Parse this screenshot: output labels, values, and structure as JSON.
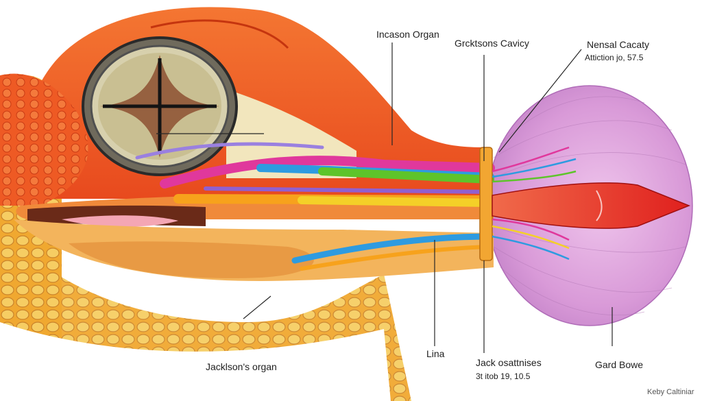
{
  "labels": {
    "incason_organ": "Incason Organ",
    "grcktsons_cavity": "Grcktsons Cavicy",
    "nensal_cacaty": "Nensal Cacaty",
    "attiction": "Attiction jo, 57.5",
    "jacksons_organ": "Jacklson's organ",
    "lina": "Lina",
    "jack_osattnises": "Jack osattnises",
    "jack_osattnises_sub": "3t itob 19, 10.5",
    "gard_bowe": "Gard Bowe",
    "credit": "Keby Caltiniar"
  },
  "colors": {
    "skin_orange": "#f0642a",
    "skin_red": "#e0401c",
    "scales_yellow": "#f2c050",
    "membrane_pink": "#d79ad6",
    "duct_blue": "#2e9be0",
    "duct_green": "#5ec42a",
    "duct_magenta": "#e0389c",
    "duct_orange": "#f7a21c",
    "cone_red": "#e4302a"
  }
}
